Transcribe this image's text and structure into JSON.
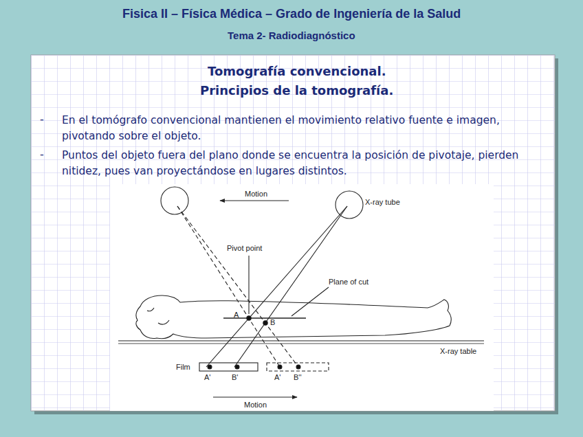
{
  "diagram": {
    "title": "Fisica II – Física Médica – Grado de Ingeniería de la Salud",
    "labels": [
      "Tema 2- Radiodiagnóstico",
      "Tomografía convencional.",
      "Principios de la tomografía.",
      "-",
      "En el tomógrafo convencional mantienen el movimiento relativo fuente e imagen, pivotando sobre el objeto.",
      "-",
      "Puntos del objeto fuera del plano donde se encuentra la posición de pivotaje, pierden nitidez, pues van proyectándose en lugares distintos.",
      "Motion",
      "X-ray tube",
      "Pivot point",
      "Plane of cut",
      "A",
      "B",
      "X-ray table",
      "Film",
      "A'",
      "B'",
      "A'",
      "B''",
      "Motion"
    ]
  }
}
